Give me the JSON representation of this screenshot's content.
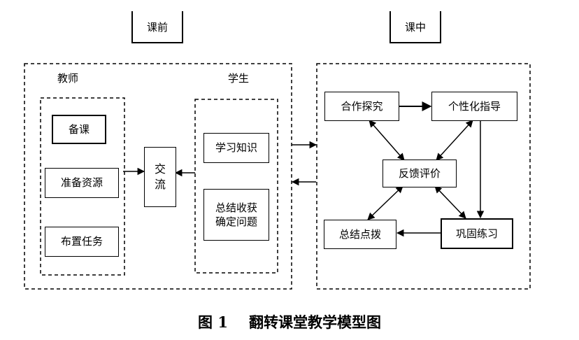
{
  "phases": {
    "pre_class": "课前",
    "in_class": "课中"
  },
  "pre_class_panel": {
    "teacher_heading": "教师",
    "student_heading": "学生",
    "teacher_items": [
      "备课",
      "准备资源",
      "布置任务"
    ],
    "exchange": [
      "交",
      "流"
    ],
    "student_items": [
      "学习知识",
      "总结收获\n确定问题"
    ]
  },
  "in_class_panel": {
    "cooperative_inquiry": "合作探究",
    "individual_guidance": "个性化指导",
    "feedback_evaluation": "反馈评价",
    "summary_guidance": "总结点拨",
    "consolidation_practice": "巩固练习"
  },
  "caption": {
    "figure_label": "图 1",
    "title": "翻转课堂教学模型图"
  }
}
